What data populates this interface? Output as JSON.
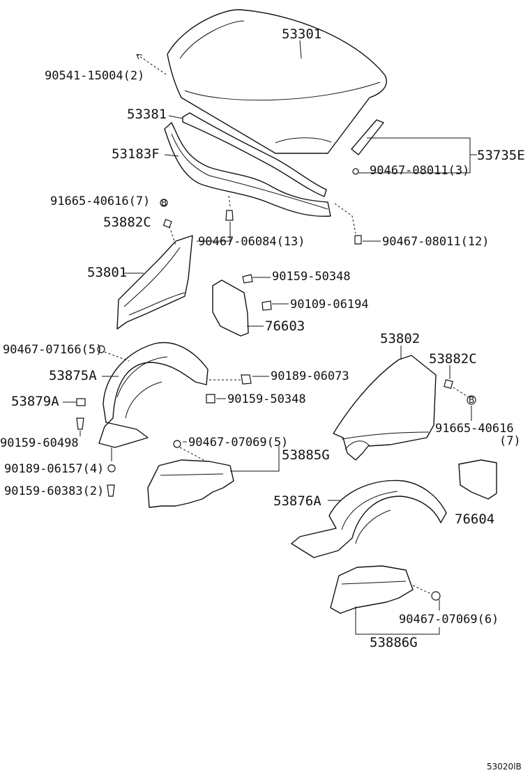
{
  "diagram_code": "53020lB",
  "callouts": {
    "p53301": "53301",
    "p90541": "90541-15004(2)",
    "p53381": "53381",
    "p53183F": "53183F",
    "p53735E": "53735E",
    "p90467_08011_3": "90467-08011(3)",
    "p91665_40616_7": "91665-40616(7)",
    "p53882C_l": "53882C",
    "p90467_06084": "90467-06084(13)",
    "p90467_08011_12": "90467-08011(12)",
    "p53801": "53801",
    "p90159_50348_a": "90159-50348",
    "p90109_06194": "90109-06194",
    "p76603": "76603",
    "p90467_07166": "90467-07166(5)",
    "p53875A": "53875A",
    "p90189_06073": "90189-06073",
    "p90159_50348_b": "90159-50348",
    "p53879A": "53879A",
    "p90159_60498": "90159-60498",
    "p90189_06157": "90189-06157(4)",
    "p90159_60383": "90159-60383(2)",
    "p90467_07069_5": "90467-07069(5)",
    "p53885G": "53885G",
    "p53802": "53802",
    "p53882C_r": "53882C",
    "p91665_40616_r": "91665-40616",
    "p91665_qty_r": "(7)",
    "p76604": "76604",
    "p53876A": "53876A",
    "p90467_07069_6": "90467-07069(6)",
    "p53886G": "53886G"
  }
}
